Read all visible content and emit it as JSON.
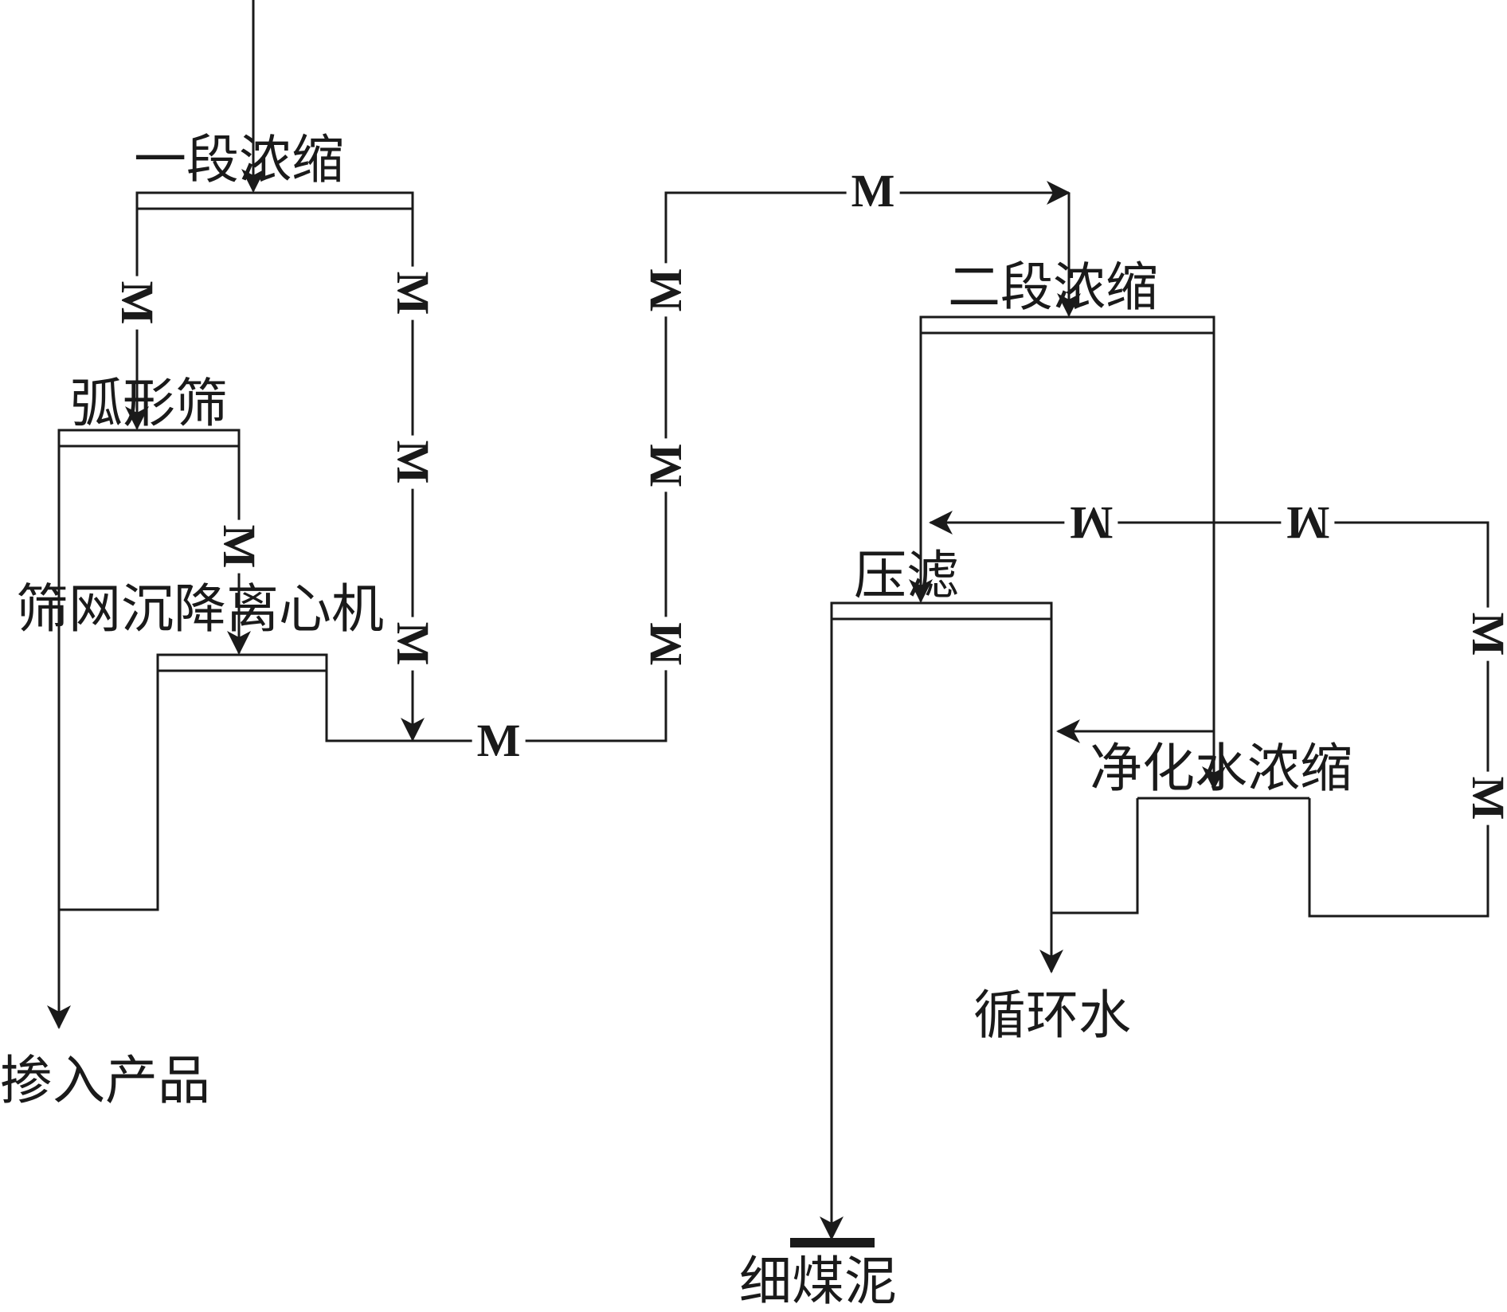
{
  "nodes": {
    "stage1_thickening": "一段浓缩",
    "sieve_bend": "弧形筛",
    "screen_bowl_centrifuge": "筛网沉降离心机",
    "stage2_thickening": "二段浓缩",
    "filter_press": "压滤",
    "clarified_water_thickening": "净化水浓缩",
    "blended_product": "掺入产品",
    "circulating_water": "循环水",
    "fine_slime": "细煤泥"
  },
  "stream_marker": "M",
  "colors": {
    "line": "#1a1a1a",
    "background": "#ffffff"
  }
}
